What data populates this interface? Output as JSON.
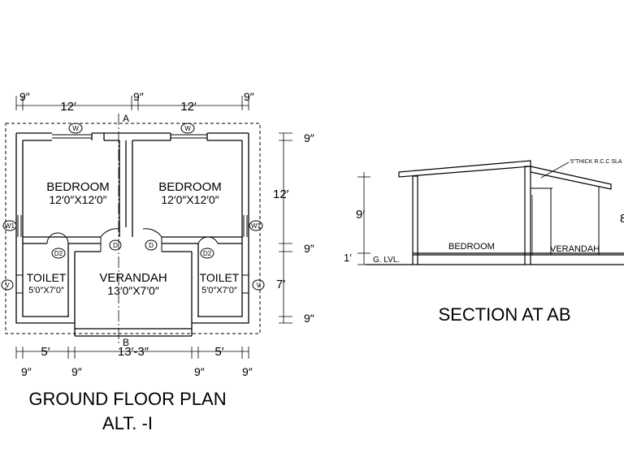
{
  "plan": {
    "dims_top": [
      "9″",
      "12′",
      "9″",
      "12′",
      "9″"
    ],
    "dims_right": [
      "9″",
      "12′",
      "9″",
      "7′",
      "9″"
    ],
    "dims_bottom": [
      "5′",
      "13′-3″",
      "5′"
    ],
    "dims_bottom_small": [
      "9″",
      "9″",
      "9″",
      "9″"
    ],
    "section_mark_top": "A",
    "section_mark_bottom": "B",
    "rooms": [
      {
        "name": "BEDROOM",
        "size": "12′0″X12′0″"
      },
      {
        "name": "BEDROOM",
        "size": "12′0″X12′0″"
      },
      {
        "name": "VERANDAH",
        "size": "13′0″X7′0″"
      },
      {
        "name": "TOILET",
        "size": "5′0″X7′0″"
      },
      {
        "name": "TOILET",
        "size": "5′0″X7′0″"
      }
    ],
    "tags": {
      "window": "W",
      "window1": "W1",
      "ventilator": "V",
      "door": "D",
      "door2": "D2"
    },
    "title_line1": "GROUND FLOOR PLAN",
    "title_line2": "ALT. -I"
  },
  "section": {
    "slab_note": "5″THICK R.C.C SLA",
    "height_main": "9′",
    "height_plinth": "1′",
    "height_right": "8",
    "ground_level": "G. LVL.",
    "room_left": "BEDROOM",
    "room_right": "VERANDAH",
    "title": "SECTION AT AB"
  }
}
